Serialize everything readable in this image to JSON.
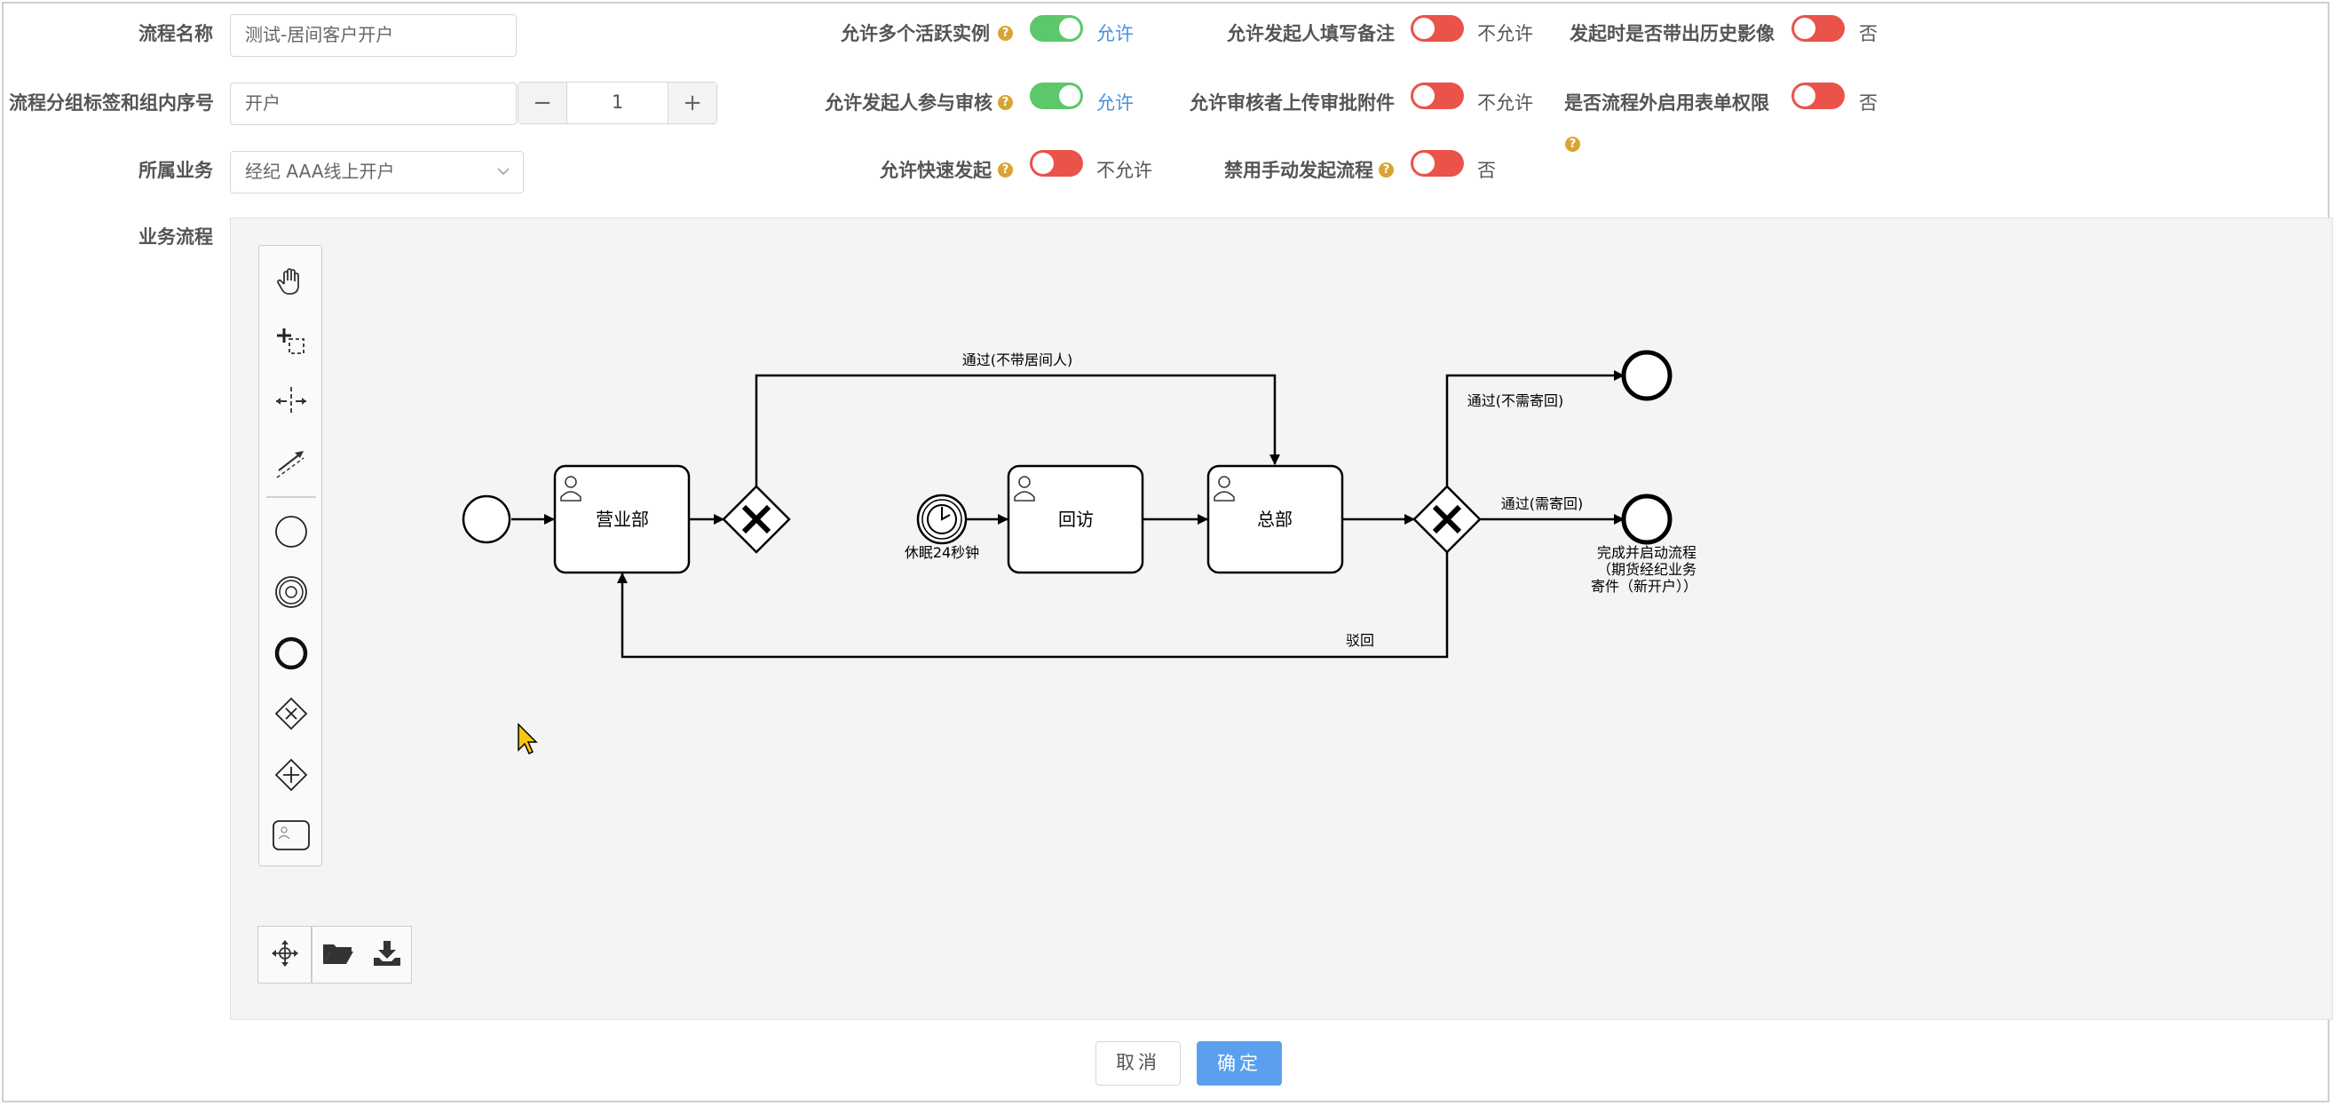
{
  "form": {
    "name_label": "流程名称",
    "name_value": "测试-居间客户开户",
    "group_label": "流程分组标签和组内序号",
    "group_value": "开户",
    "group_order": "1",
    "stepper_minus": "−",
    "stepper_plus": "+",
    "business_label": "所属业务",
    "business_value": "经纪 AAA线上开户",
    "process_label": "业务流程"
  },
  "switches": [
    {
      "label": "允许多个活跃实例",
      "state": "on",
      "text": "允许"
    },
    {
      "label": "允许发起人参与审核",
      "state": "on",
      "text": "允许"
    },
    {
      "label": "允许快速发起",
      "state": "off",
      "text": "不允许"
    },
    {
      "label": "允许发起人填写备注",
      "state": "off",
      "text": "不允许"
    },
    {
      "label": "允许审核者上传审批附件",
      "state": "off",
      "text": "不允许"
    },
    {
      "label": "禁用手动发起流程",
      "state": "off",
      "text": "否"
    },
    {
      "label": "发起时是否带出历史影像",
      "state": "off",
      "text": "否"
    },
    {
      "label": "是否流程外启用表单权限",
      "state": "off",
      "text": "否"
    }
  ],
  "help_glyph": "?",
  "diagram": {
    "task_sales": "营业部",
    "task_visit": "回访",
    "task_hq": "总部",
    "timer_label": "休眠24秒钟",
    "flow_no_agent": "通过(不带居间人)",
    "flow_no_return": "通过(不需寄回)",
    "flow_return": "通过(需寄回)",
    "flow_reject": "驳回",
    "end_label_1": "完成并启动流程",
    "end_label_2": "（期货经纪业务",
    "end_label_3": "寄件（新开户））"
  },
  "palette": [
    "hand-tool-icon",
    "lasso-tool-icon",
    "space-tool-icon",
    "connect-tool-icon",
    "start-event-icon",
    "intermediate-event-icon",
    "end-event-icon",
    "exclusive-gateway-icon",
    "parallel-gateway-icon",
    "user-task-icon"
  ],
  "buttons": {
    "cancel": "取消",
    "confirm": "确定"
  }
}
